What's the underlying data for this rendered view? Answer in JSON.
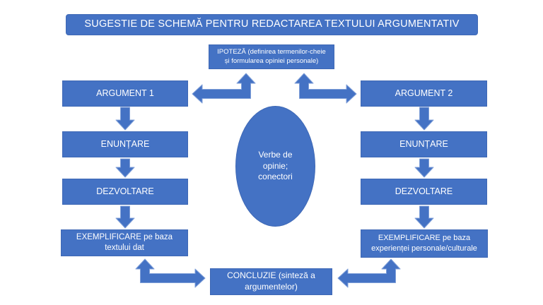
{
  "title": "SUGESTIE DE SCHEMĂ PENTRU REDACTAREA TEXTULUI ARGUMENTATIV",
  "colors": {
    "shape_fill": "#4472C4",
    "shape_border": "#3E68B5",
    "arrow_edge": "#7F9FD8",
    "text": "#FFFFFF",
    "background": "#FFFFFF"
  },
  "diagram": {
    "ipoteza": {
      "line1": "IPOTEZĂ (definirea termenilor-cheie",
      "line2": "și formularea opiniei personale)"
    },
    "argument1": {
      "label": "ARGUMENT 1"
    },
    "argument2": {
      "label": "ARGUMENT 2"
    },
    "enuntare_left": {
      "label": "ENUNȚARE"
    },
    "enuntare_right": {
      "label": "ENUNȚARE"
    },
    "dezvoltare_left": {
      "label": "DEZVOLTARE"
    },
    "dezvoltare_right": {
      "label": "DEZVOLTARE"
    },
    "exemplificare_left": {
      "line1": "EXEMPLIFICARE pe baza",
      "line2": "textului dat"
    },
    "exemplificare_right": {
      "line1": "EXEMPLIFICARE pe baza",
      "line2": "experienței personale/culturale"
    },
    "ellipse": {
      "line1": "Verbe de",
      "line2": "opinie;",
      "line3": "conectori"
    },
    "concluzie": {
      "line1": "CONCLUZIE (sinteză a",
      "line2": "argumentelor)"
    }
  }
}
